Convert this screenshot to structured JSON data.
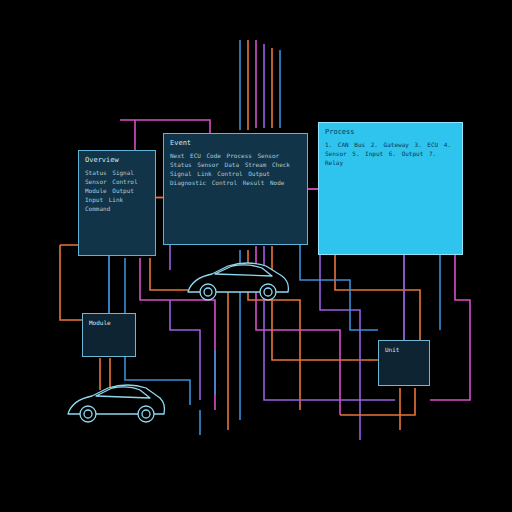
{
  "diagram": {
    "nodes": [
      {
        "text": [
          "Overview",
          "Status Signal Sensor Control Module Output Input Link Command"
        ]
      },
      {
        "text": [
          "Event",
          "Next ECU Code Process Sensor Status Sensor Data Stream Check Signal Link Control Output Diagnostic Control Result Node"
        ]
      },
      {
        "text": [
          "Process",
          "1. CAN Bus 2. Gateway 3. ECU 4. Sensor 5. Input 6. Output 7. Relay"
        ]
      },
      {
        "text": [
          "Module"
        ]
      },
      {
        "text": [
          "Unit"
        ]
      }
    ],
    "edges": [
      {
        "from": 0,
        "to": 1,
        "arrow": "none"
      },
      {
        "from": 1,
        "to": 2,
        "arrow": "none"
      },
      {
        "from": 3,
        "to": 0,
        "arrow": "none"
      },
      {
        "from": 4,
        "to": 2,
        "arrow": "none"
      }
    ]
  }
}
